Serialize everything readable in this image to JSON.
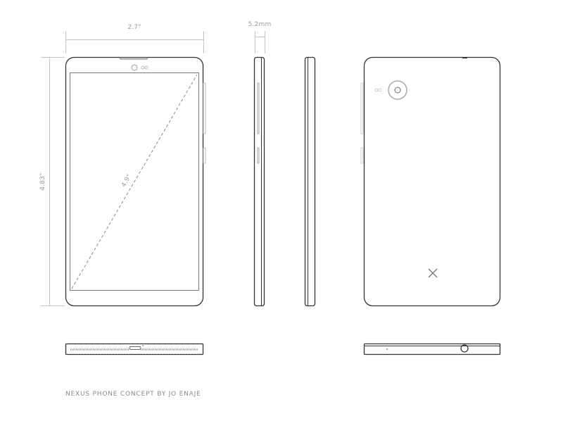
{
  "dimensions": {
    "width": "2.7\"",
    "height": "4.83\"",
    "depth": "5.2mm",
    "diagonal": "4.9\""
  },
  "caption": "NEXUS PHONE CONCEPT BY JO ENAJE",
  "colors": {
    "outline": "#333333",
    "dimension": "#b5b5b5"
  }
}
